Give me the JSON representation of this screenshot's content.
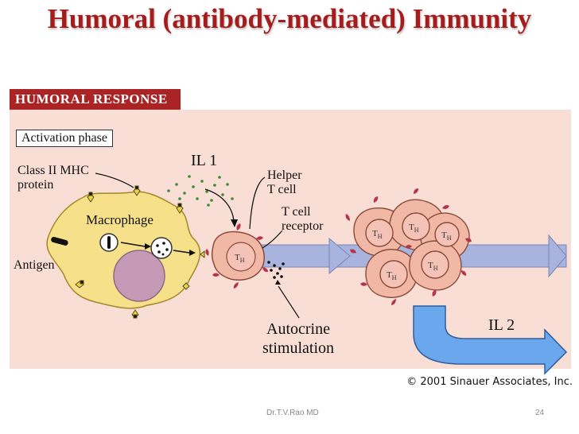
{
  "slide": {
    "title": "Humoral (antibody-mediated) Immunity",
    "footer_author": "Dr.T.V.Rao MD",
    "page_number": "24"
  },
  "diagram": {
    "header": "HUMORAL RESPONSE",
    "phase": "Activation phase",
    "labels": {
      "mhc_line1": "Class II MHC",
      "mhc_line2": "protein",
      "antigen": "Antigen",
      "macrophage": "Macrophage",
      "il1": "IL 1",
      "helper_line1": "Helper",
      "helper_line2": "T cell",
      "tcr_line1": "T cell",
      "tcr_line2": "receptor",
      "autocrine_line1": "Autocrine",
      "autocrine_line2": "stimulation",
      "il2": "IL 2",
      "th": "T",
      "th_sub": "H"
    },
    "copyright": "© 2001 Sinauer Associates, Inc."
  },
  "colors": {
    "title": "#a51c1c",
    "header_bg": "#aa2426",
    "panel_bg": "#f9ded5",
    "macrophage": "#f7e08a",
    "nucleus": "#c59ab6",
    "t_cell": "#f2b8a6",
    "arrow_gray_blue": "#a8b4dd",
    "il2_arrow": "#6aa7ec",
    "receptor": "#b6344a",
    "dots": "#3e8a3c"
  }
}
